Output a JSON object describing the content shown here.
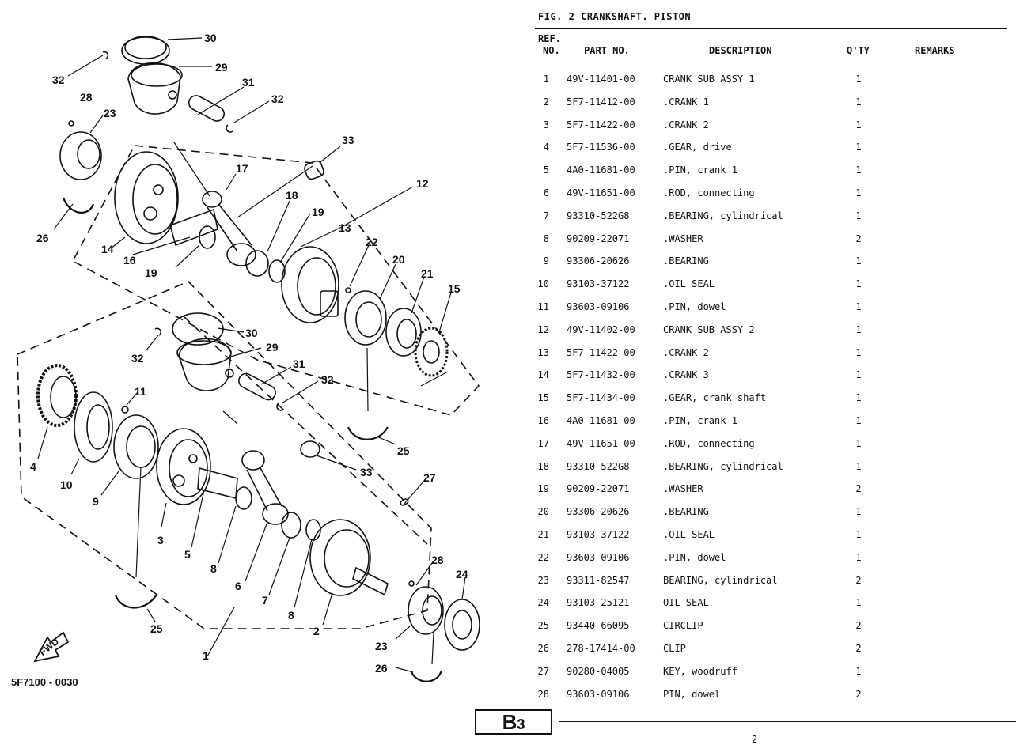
{
  "figure": {
    "title": "FIG.  2  CRANKSHAFT. PISTON"
  },
  "diagram": {
    "drawing_code": "5F7100 - 0030",
    "fwd_label": "FWD",
    "callouts": [
      "30",
      "29",
      "32",
      "31",
      "32",
      "28",
      "23",
      "33",
      "17",
      "12",
      "26",
      "14",
      "16",
      "18",
      "19",
      "13",
      "22",
      "20",
      "19",
      "21",
      "15",
      "30",
      "29",
      "32",
      "31",
      "32",
      "11",
      "4",
      "10",
      "9",
      "3",
      "5",
      "25",
      "33",
      "27",
      "8",
      "6",
      "7",
      "28",
      "24",
      "8",
      "2",
      "25",
      "23",
      "26",
      "1"
    ]
  },
  "table": {
    "headers": {
      "ref": "REF.",
      "no": "NO.",
      "part_no": "PART NO.",
      "description": "DESCRIPTION",
      "qty": "Q'TY",
      "remarks": "REMARKS"
    },
    "rows": [
      {
        "ref": "1",
        "part": "49V-11401-00",
        "desc": "CRANK SUB ASSY 1",
        "qty": "1"
      },
      {
        "ref": "2",
        "part": "5F7-11412-00",
        "desc": ".CRANK 1",
        "qty": "1"
      },
      {
        "ref": "3",
        "part": "5F7-11422-00",
        "desc": ".CRANK 2",
        "qty": "1"
      },
      {
        "ref": "4",
        "part": "5F7-11536-00",
        "desc": ".GEAR, drive",
        "qty": "1"
      },
      {
        "ref": "5",
        "part": "4A0-11681-00",
        "desc": ".PIN, crank 1",
        "qty": "1"
      },
      {
        "ref": "6",
        "part": "49V-11651-00",
        "desc": ".ROD, connecting",
        "qty": "1"
      },
      {
        "ref": "7",
        "part": "93310-522G8",
        "desc": ".BEARING, cylindrical",
        "qty": "1"
      },
      {
        "ref": "8",
        "part": "90209-22071",
        "desc": ".WASHER",
        "qty": "2"
      },
      {
        "ref": "9",
        "part": "93306-20626",
        "desc": ".BEARING",
        "qty": "1"
      },
      {
        "ref": "10",
        "part": "93103-37122",
        "desc": ".OIL SEAL",
        "qty": "1"
      },
      {
        "ref": "11",
        "part": "93603-09106",
        "desc": ".PIN, dowel",
        "qty": "1"
      },
      {
        "ref": "12",
        "part": "49V-11402-00",
        "desc": "CRANK SUB ASSY 2",
        "qty": "1"
      },
      {
        "ref": "13",
        "part": "5F7-11422-00",
        "desc": ".CRANK 2",
        "qty": "1"
      },
      {
        "ref": "14",
        "part": "5F7-11432-00",
        "desc": ".CRANK 3",
        "qty": "1"
      },
      {
        "ref": "15",
        "part": "5F7-11434-00",
        "desc": ".GEAR, crank shaft",
        "qty": "1"
      },
      {
        "ref": "16",
        "part": "4A0-11681-00",
        "desc": ".PIN, crank 1",
        "qty": "1"
      },
      {
        "ref": "17",
        "part": "49V-11651-00",
        "desc": ".ROD, connecting",
        "qty": "1"
      },
      {
        "ref": "18",
        "part": "93310-522G8",
        "desc": ".BEARING, cylindrical",
        "qty": "1"
      },
      {
        "ref": "19",
        "part": "90209-22071",
        "desc": ".WASHER",
        "qty": "2"
      },
      {
        "ref": "20",
        "part": "93306-20626",
        "desc": ".BEARING",
        "qty": "1"
      },
      {
        "ref": "21",
        "part": "93103-37122",
        "desc": ".OIL SEAL",
        "qty": "1"
      },
      {
        "ref": "22",
        "part": "93603-09106",
        "desc": ".PIN, dowel",
        "qty": "1"
      },
      {
        "ref": "23",
        "part": "93311-82547",
        "desc": "BEARING, cylindrical",
        "qty": "2"
      },
      {
        "ref": "24",
        "part": "93103-25121",
        "desc": "OIL SEAL",
        "qty": "1"
      },
      {
        "ref": "25",
        "part": "93440-66095",
        "desc": "CIRCLIP",
        "qty": "2"
      },
      {
        "ref": "26",
        "part": "278-17414-00",
        "desc": "CLIP",
        "qty": "2"
      },
      {
        "ref": "27",
        "part": "90280-04005",
        "desc": "KEY, woodruff",
        "qty": "1"
      },
      {
        "ref": "28",
        "part": "93603-09106",
        "desc": "PIN, dowel",
        "qty": "2"
      }
    ]
  },
  "footer": {
    "page_code": "B",
    "page_code_sub": "3",
    "page_number": "2"
  }
}
